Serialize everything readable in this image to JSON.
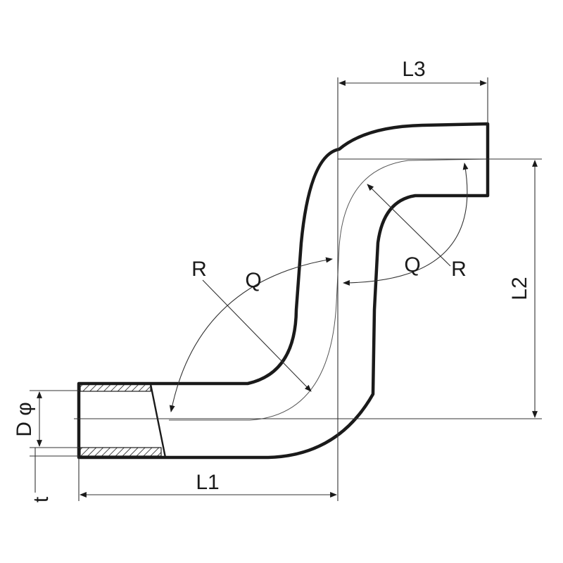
{
  "labels": {
    "l1": "L1",
    "l2": "L2",
    "l3": "L3",
    "r_left": "R",
    "r_right": "R",
    "q_left": "Q",
    "q_right": "Q",
    "d_phi": "D φ",
    "t": "t"
  },
  "colors": {
    "line": "#1a1a1a",
    "background": "#ffffff"
  }
}
